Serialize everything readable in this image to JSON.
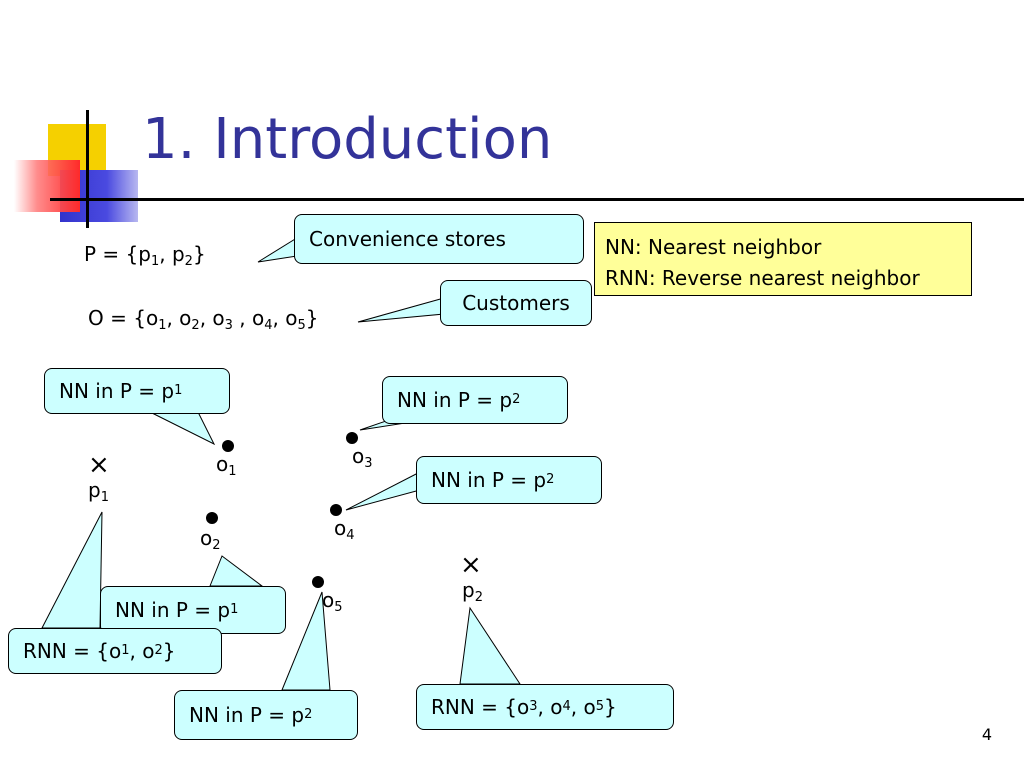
{
  "slide": {
    "title": "1. Introduction",
    "page_number": "4"
  },
  "sets": {
    "P": {
      "prefix": "P = {p",
      "s1": "1",
      "mid": ", p",
      "s2": "2",
      "suffix": "}"
    },
    "O": {
      "prefix": "O = {o",
      "s1": "1",
      "m1": ", o",
      "s2": "2",
      "m2": ", o",
      "s3": "3",
      "m3": " , o",
      "s4": "4",
      "m4": ", o",
      "s5": "5",
      "suffix": "}"
    }
  },
  "callouts": {
    "convenience": "Convenience stores",
    "customers": "Customers",
    "nn_o1": {
      "text": "NN in P = p",
      "sub": "1"
    },
    "nn_o3": {
      "text": "NN in P = p",
      "sub": "2"
    },
    "nn_o4": {
      "text": "NN in P = p",
      "sub": "2"
    },
    "nn_o2": {
      "text": "NN in P = p",
      "sub": "1"
    },
    "nn_o5": {
      "text": "NN in P = p",
      "sub": "2"
    },
    "rnn_p1": {
      "a": "RNN = {o",
      "s1": "1",
      "b": ", o",
      "s2": "2",
      "c": "}"
    },
    "rnn_p2": {
      "a": "RNN = {o",
      "s1": "3",
      "b": ", o",
      "s2": "4",
      "c": " , o",
      "s3": "5",
      "d": "}"
    }
  },
  "legend": {
    "line1": "NN: Nearest neighbor",
    "line2": "RNN: Reverse nearest neighbor"
  },
  "points": {
    "p1": {
      "base": "p",
      "sub": "1",
      "marker": "×"
    },
    "p2": {
      "base": "p",
      "sub": "2",
      "marker": "×"
    },
    "o1": {
      "base": "o",
      "sub": "1"
    },
    "o2": {
      "base": "o",
      "sub": "2"
    },
    "o3": {
      "base": "o",
      "sub": "3"
    },
    "o4": {
      "base": "o",
      "sub": "4"
    },
    "o5": {
      "base": "o",
      "sub": "5"
    }
  },
  "colors": {
    "title": "#333399",
    "callout_fill": "#ccffff",
    "legend_fill": "#ffff99"
  }
}
